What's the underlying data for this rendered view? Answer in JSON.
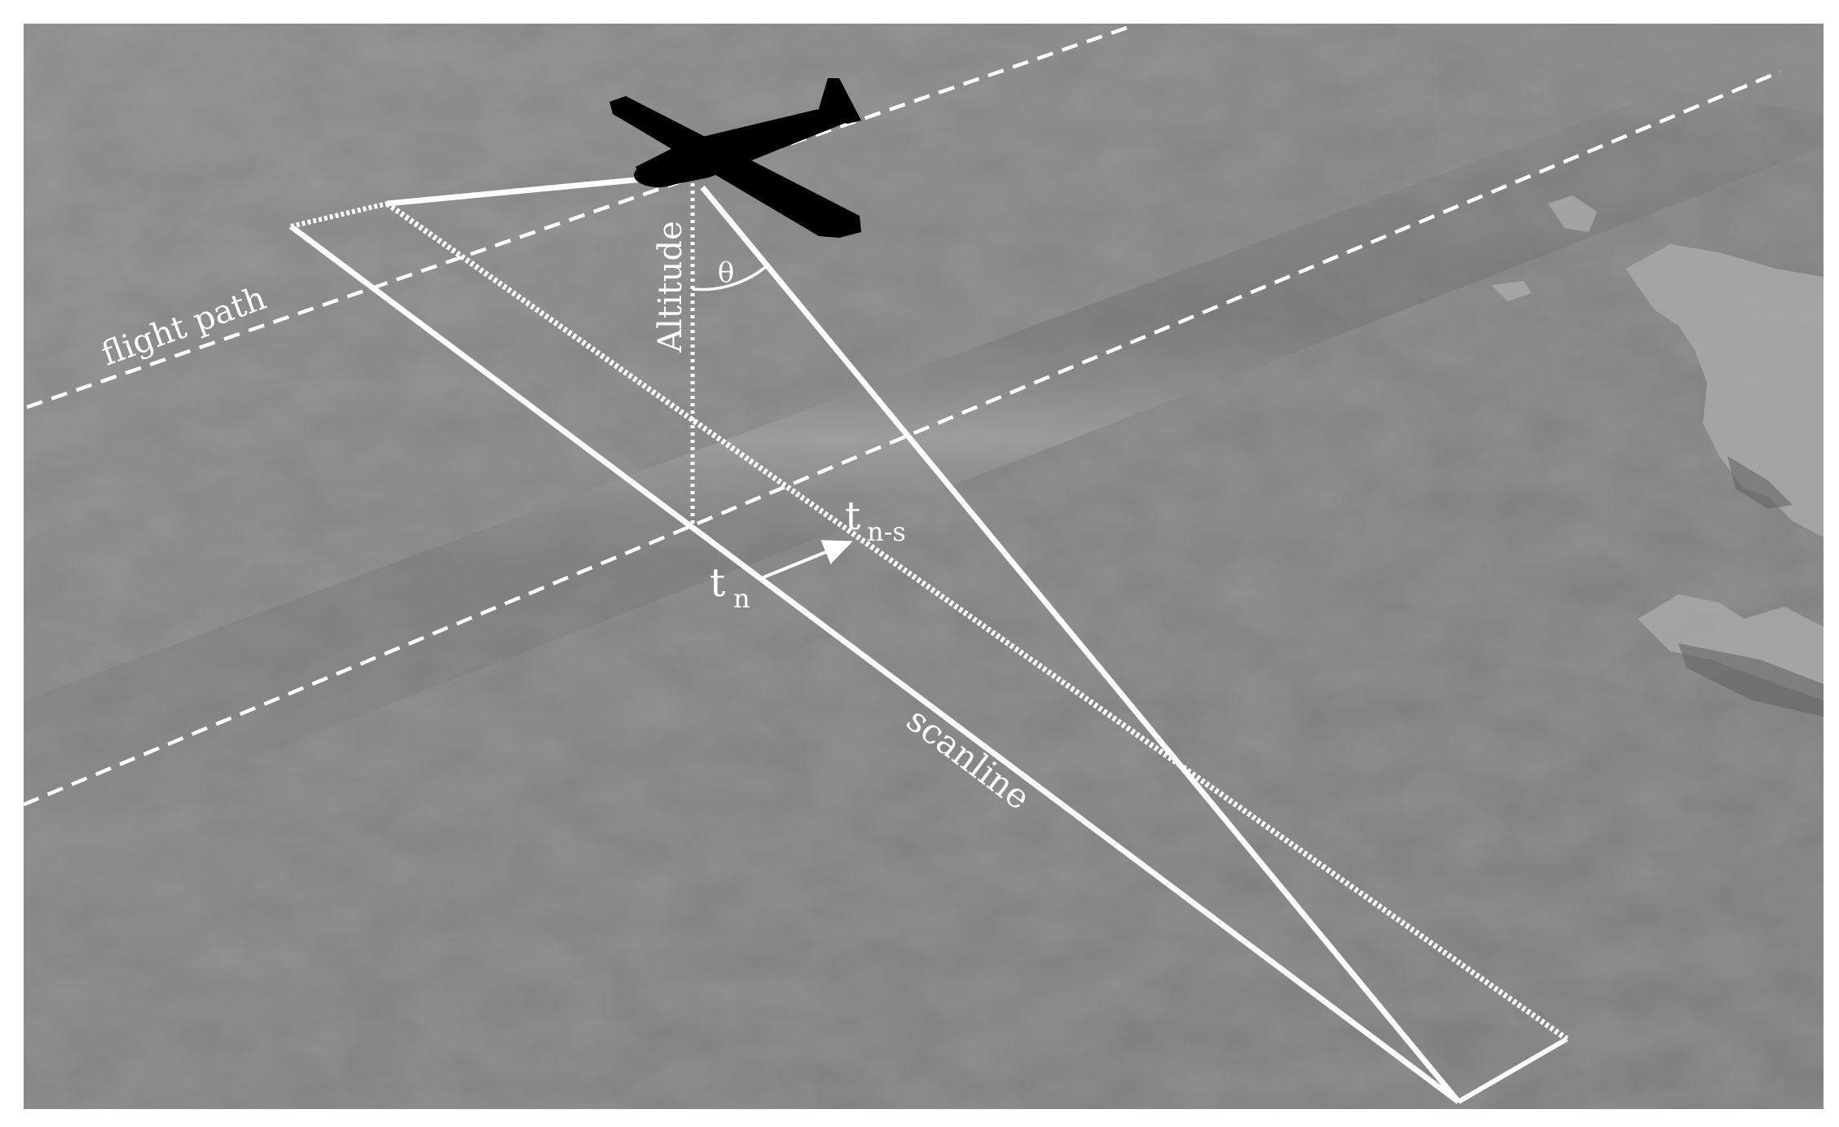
{
  "labels": {
    "flight_path": "flight path",
    "altitude": "Altitude",
    "theta": "θ",
    "t_main": "t",
    "t_n_sub": "n",
    "t_ns_sub": "n-s",
    "scanline": "scanline"
  },
  "colors": {
    "frame": "#ffffff",
    "ground_base": "#838383",
    "ground_light": "#9a9a9a",
    "ground_dark": "#6e6e6e",
    "overlay_lines": "#ffffff",
    "aircraft": "#000000"
  },
  "icons": {
    "aircraft": "aircraft-silhouette-icon",
    "motion_arrow": "arrow-icon"
  }
}
